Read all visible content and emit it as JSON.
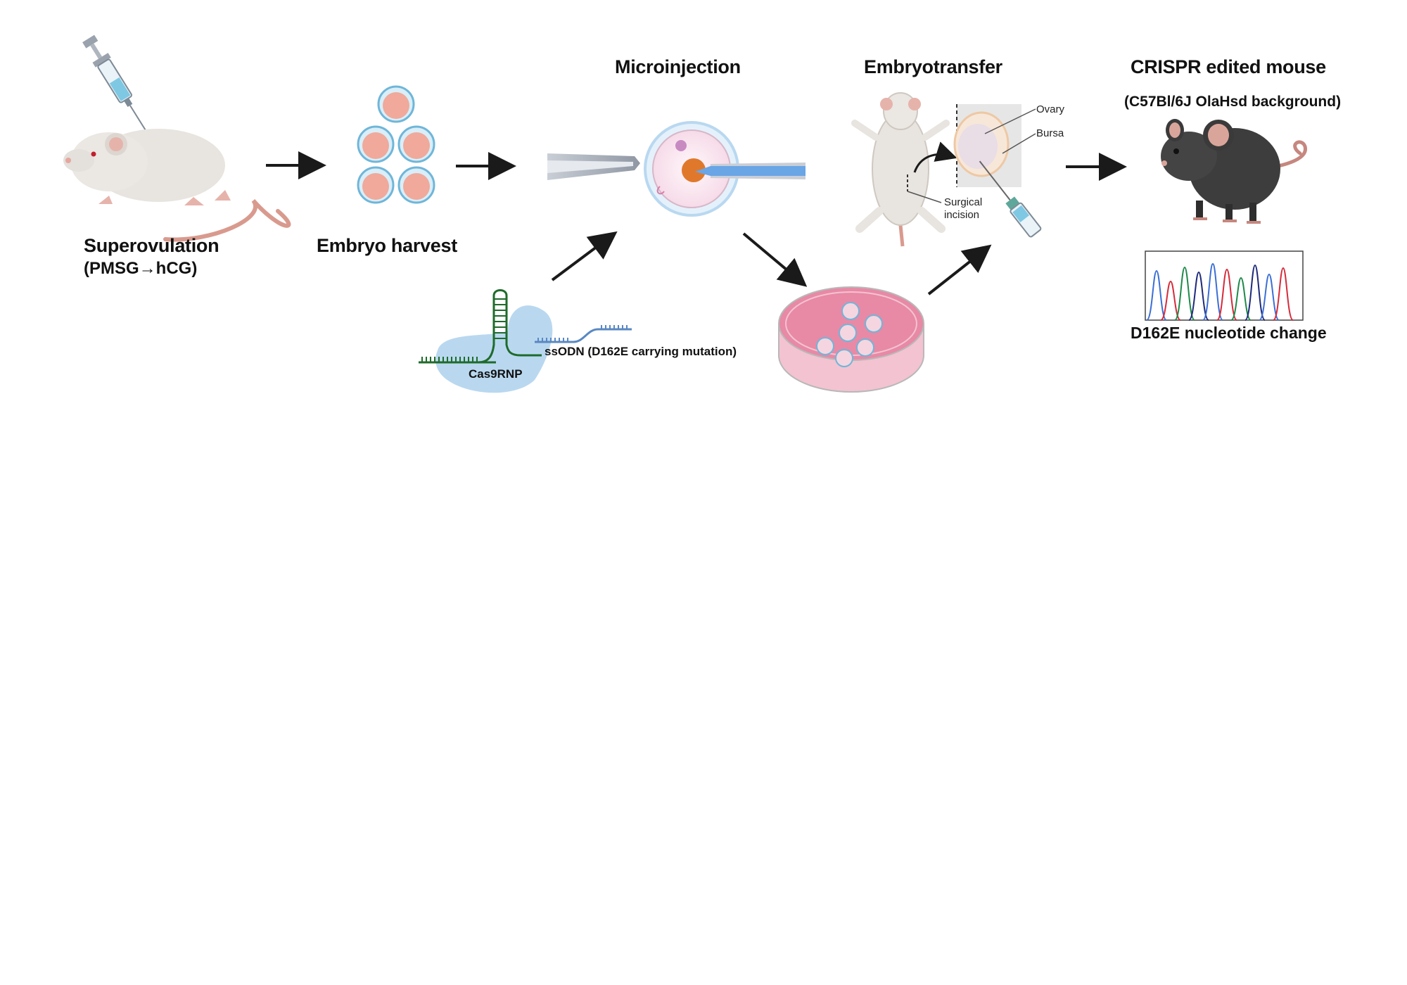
{
  "steps": {
    "superovulation": {
      "title": "Superovulation",
      "subtitle": "(PMSG→hCG)"
    },
    "embryo_harvest": {
      "title": "Embryo harvest"
    },
    "microinjection": {
      "title": "Microinjection"
    },
    "embryotransfer": {
      "title": "Embryotransfer"
    },
    "crispr_mouse": {
      "title": "CRISPR edited mouse",
      "subtitle": "(C57Bl/6J OlaHsd background)"
    }
  },
  "reagents": {
    "cas9": "Cas9RNP",
    "ssodn": "ssODN (D162E carrying mutation)"
  },
  "anatomy": {
    "ovary": "Ovary",
    "bursa": "Bursa",
    "incision_line1": "Surgical",
    "incision_line2": "incision"
  },
  "sequencing": {
    "label": "D162E nucleotide change"
  },
  "colors": {
    "arrow": "#1a1a1a",
    "white_mouse": "#e8e4df",
    "black_mouse": "#3d3d3d",
    "tail": "#d99a8e",
    "embryo": "#f0a99a",
    "zona": "#6fb6d9",
    "cas9": "#b9d8f0",
    "rna": "#1f6b2b",
    "dish": "#e889a6",
    "pipette": "#6aa5e6",
    "chromatogram": [
      "#3b6fd6",
      "#d62b3b",
      "#1e8a4a",
      "#1e2a7a"
    ]
  }
}
